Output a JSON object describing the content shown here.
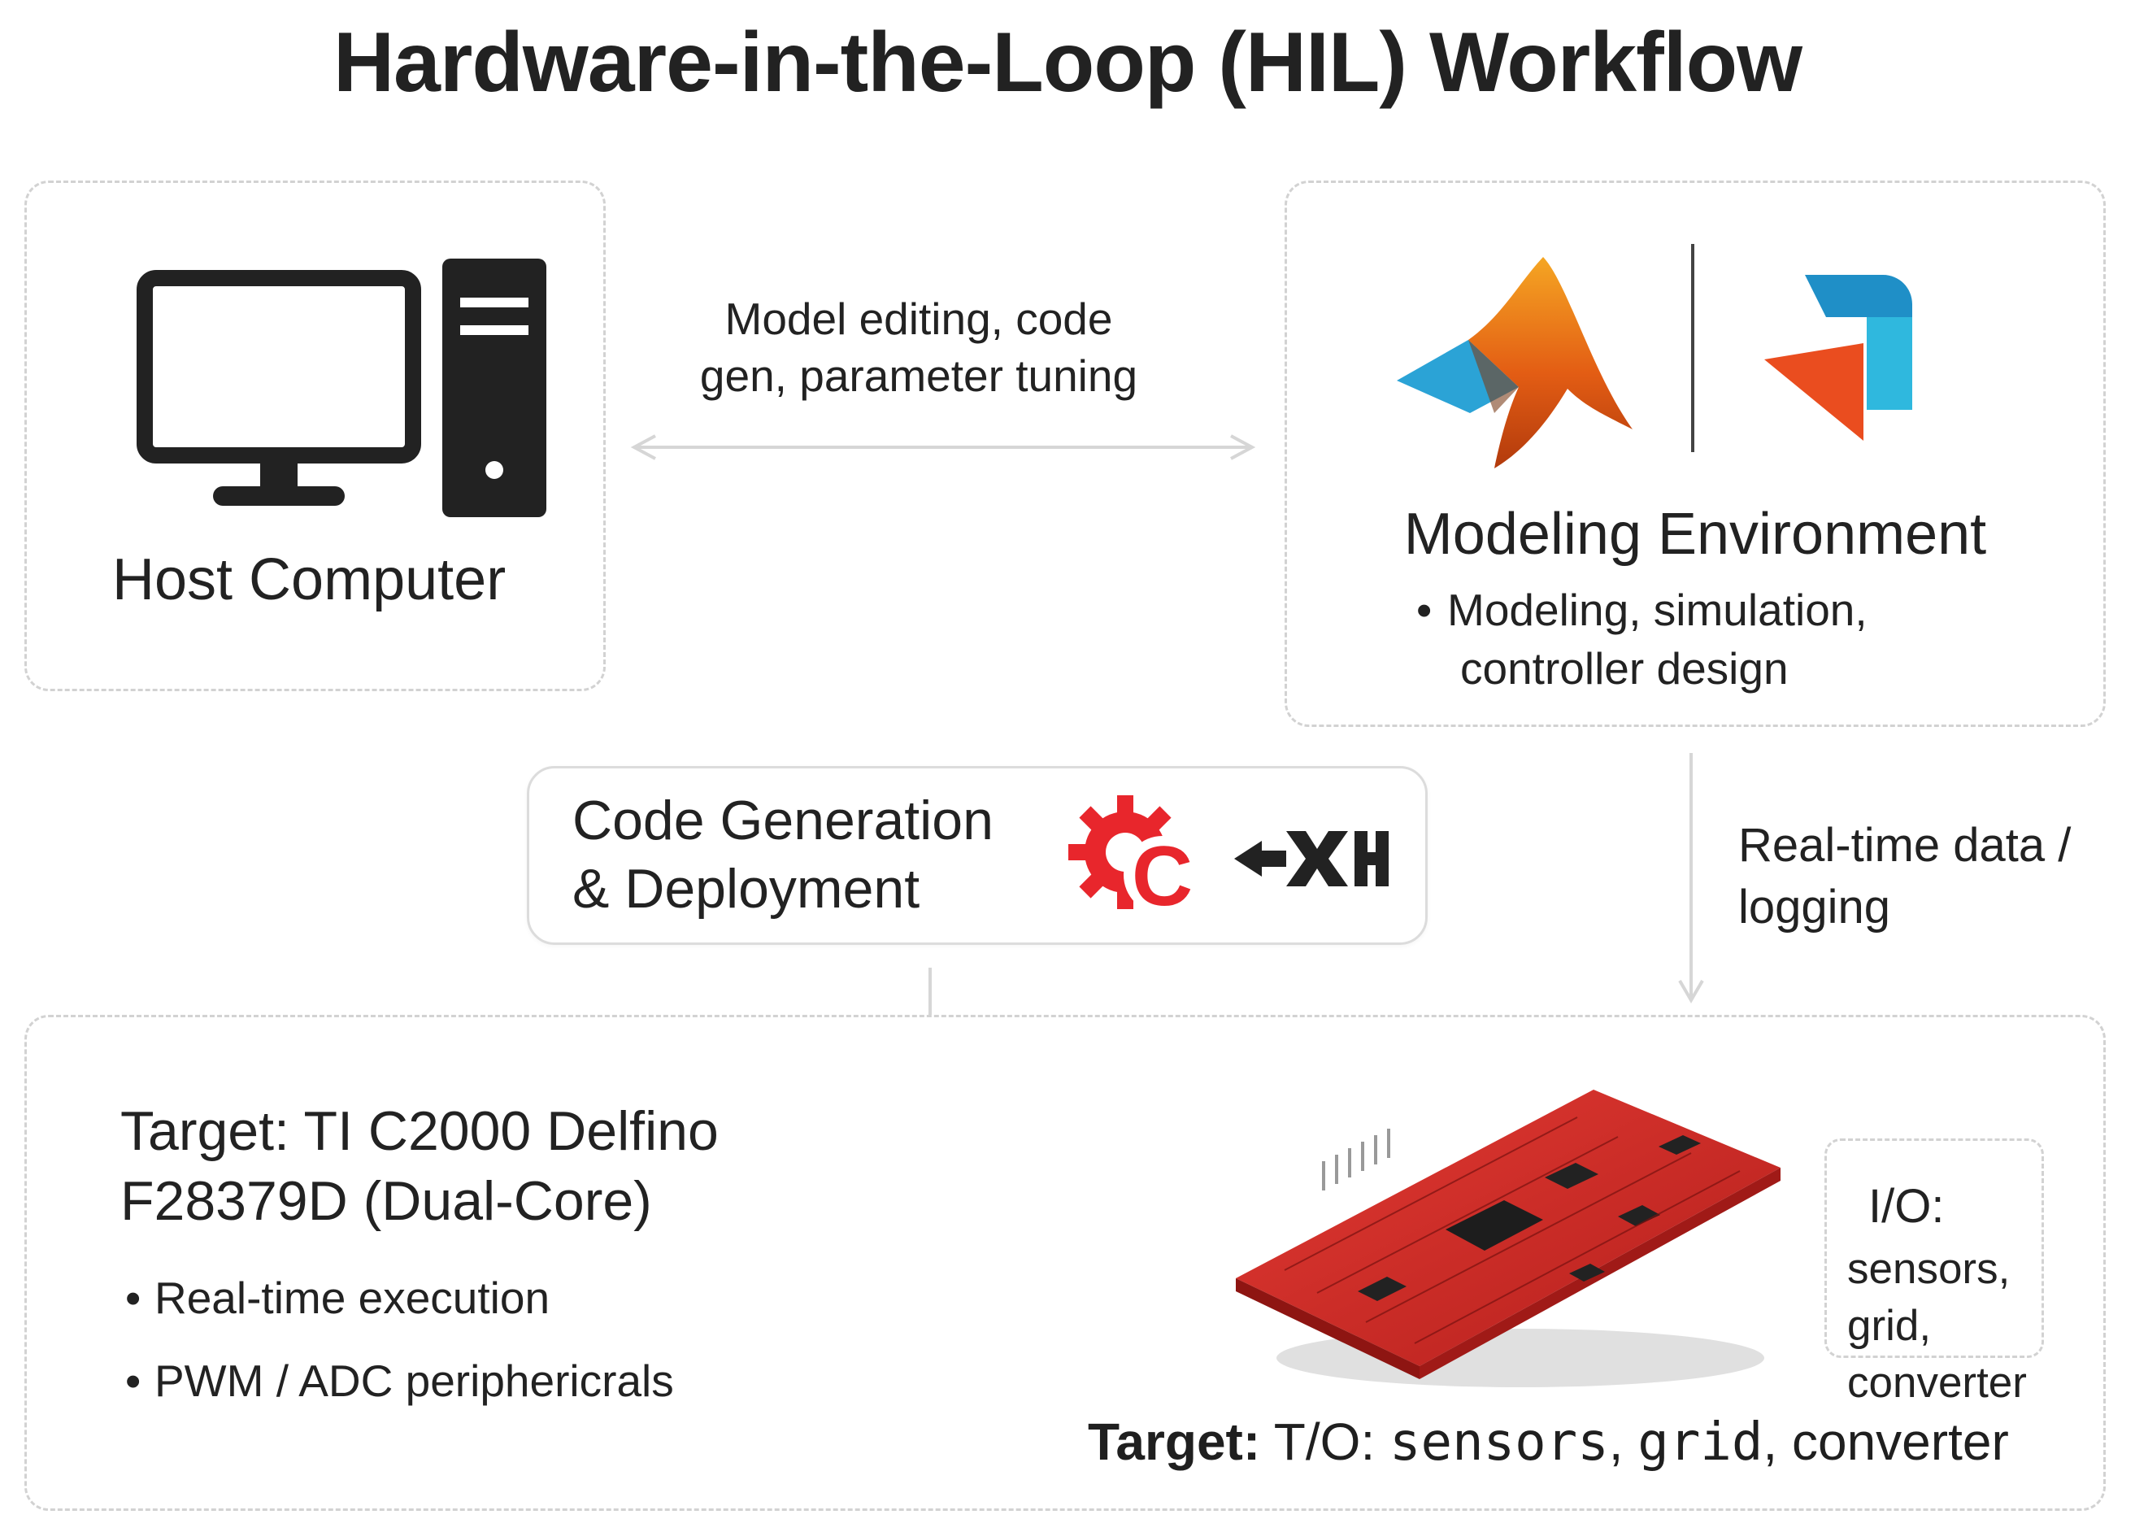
{
  "title": "Hardware-in-the-Loop (HIL) Workflow",
  "host": {
    "label": "Host Computer",
    "icon": "desktop-computer-icon"
  },
  "host_link": {
    "line1": "Model editing, code",
    "line2": "gen, parameter tuning"
  },
  "modeling": {
    "title": "Modeling Environment",
    "bullet": "•",
    "line1": "Modeling, simulation,",
    "line2": "controller design",
    "icons": [
      "matlab-logo-icon",
      "simulink-logo-icon"
    ]
  },
  "codegen": {
    "line1": "Code Generation",
    "line2": "& Deployment",
    "icons": [
      "embedded-coder-gear-icon",
      "code-generation-logo-icon"
    ],
    "gear_letter": "C",
    "accent": "#e8262c"
  },
  "data_link": {
    "line1": "Real-time data /",
    "line2": "logging"
  },
  "target": {
    "line1": "Target: TI C2000 Delfino",
    "line2": "F28379D (Dual-Core)",
    "bullet": "•",
    "bullet1": "Real-time execution",
    "bullet2": "PWM / ADC periphericrals",
    "board_icon": "launchpad-board-icon",
    "board_color": "#d22a26"
  },
  "io": {
    "title": "I/O:",
    "line1": "sensors,",
    "line2": "grid,",
    "line3": "converter"
  },
  "target_io": {
    "prefix": "Target:",
    "mid": "T/O:",
    "word1": "sensors",
    "sep1": ",",
    "word2": "grid",
    "sep2": ",",
    "word3": "converter"
  },
  "colors": {
    "matlab_orange": "#e35d14",
    "matlab_blue": "#2ba3d6",
    "simulink_blue": "#1f8fc7",
    "simulink_orange": "#ea4d1f",
    "arrow": "#d6d6d6"
  }
}
